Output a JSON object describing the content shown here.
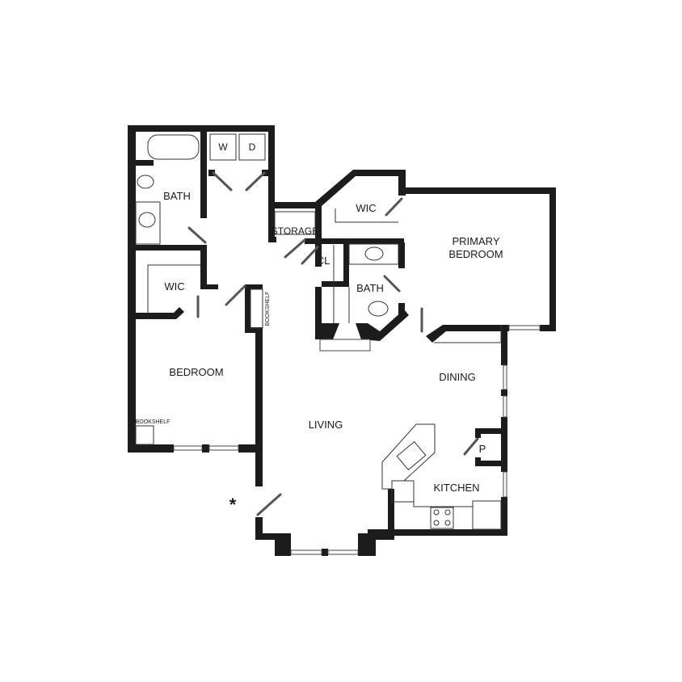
{
  "plan": {
    "rooms": {
      "bath_left": "BATH",
      "washer": "W",
      "dryer": "D",
      "wic_left": "WIC",
      "bedroom": "BEDROOM",
      "bookshelf_bedroom": "BOOKSHELF",
      "bookshelf_living": "BOOKSHELF",
      "storage": "STORAGE",
      "wic_primary": "WIC",
      "closet": "CL",
      "bath_primary": "BATH",
      "primary_bedroom_line1": "PRIMARY",
      "primary_bedroom_line2": "BEDROOM",
      "living": "LIVING",
      "dining": "DINING",
      "kitchen": "KITCHEN",
      "pantry": "P"
    },
    "entry_marker": "*"
  }
}
